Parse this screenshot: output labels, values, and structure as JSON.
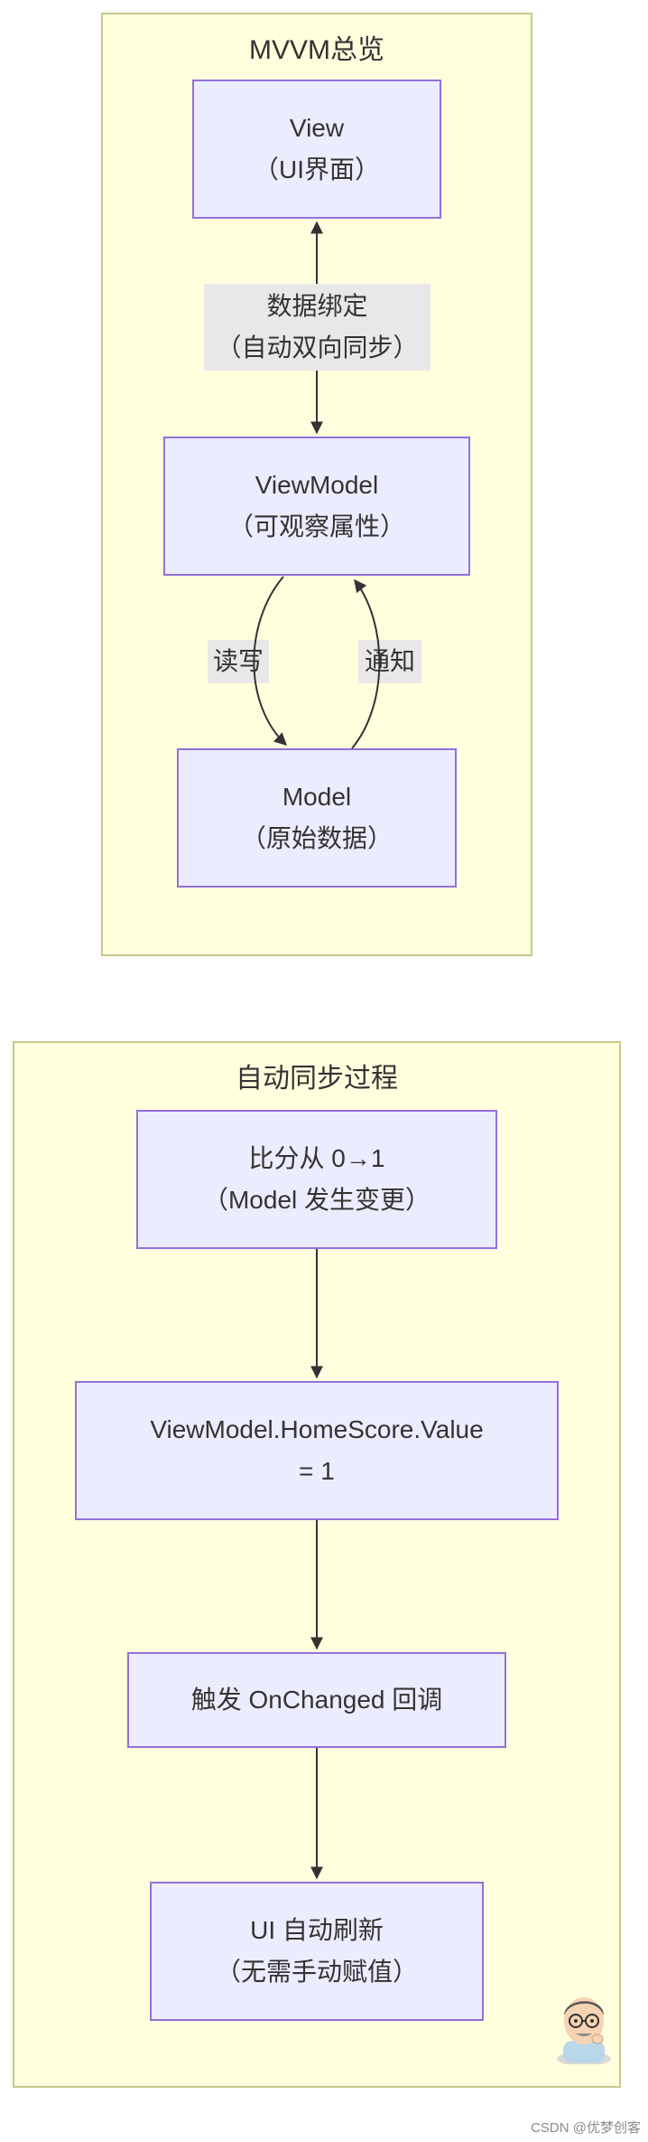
{
  "overview": {
    "title": "MVVM总览",
    "view": {
      "line1": "View",
      "line2": "（UI界面）"
    },
    "binding_label": {
      "line1": "数据绑定",
      "line2": "（自动双向同步）"
    },
    "viewmodel": {
      "line1": "ViewModel",
      "line2": "（可观察属性）"
    },
    "read_write_label": "读写",
    "notify_label": "通知",
    "model": {
      "line1": "Model",
      "line2": "（原始数据）"
    }
  },
  "sync": {
    "title": "自动同步过程",
    "step1": {
      "line1": "比分从 0→1",
      "line2": "（Model 发生变更）"
    },
    "step2": {
      "line1": "ViewModel.HomeScore.Value",
      "line2": "= 1"
    },
    "step3": {
      "line1": "触发 OnChanged 回调"
    },
    "step4": {
      "line1": "UI 自动刷新",
      "line2": "（无需手动赋值）"
    }
  },
  "avatar_icon": "developer-avatar-icon",
  "watermark": "CSDN @优梦创客",
  "colors": {
    "cluster_fill": "#ffffde",
    "cluster_border": "#c8c88a",
    "node_fill": "#ececff",
    "node_border": "#9370db",
    "edge": "#333333",
    "edge_label_bg": "#e8e8e8"
  }
}
